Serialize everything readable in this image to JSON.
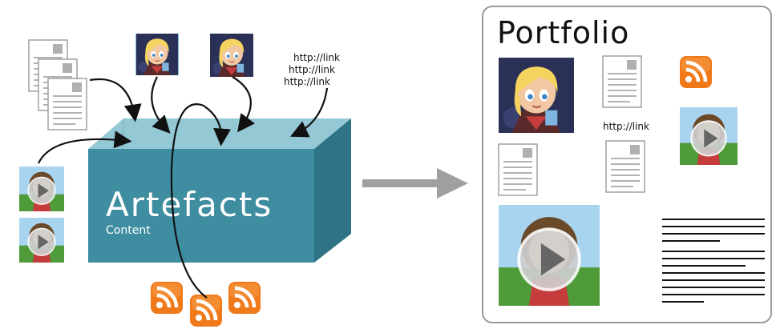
{
  "artefacts_box": {
    "title": "Artefacts",
    "subtitle": "Content"
  },
  "portfolio": {
    "title": "Portfolio",
    "link_text": "http://link"
  },
  "links": [
    "http://link",
    "http://link",
    "http://link"
  ],
  "colors": {
    "box_front": "#3f8da0",
    "box_top": "#93c8d4",
    "box_side": "#2f7387",
    "arrow": "#a0a0a0",
    "rss": "#f07a1a",
    "frame": "#9a9a9a"
  },
  "icons": [
    "document-icon",
    "avatar-icon",
    "video-icon",
    "rss-icon"
  ]
}
